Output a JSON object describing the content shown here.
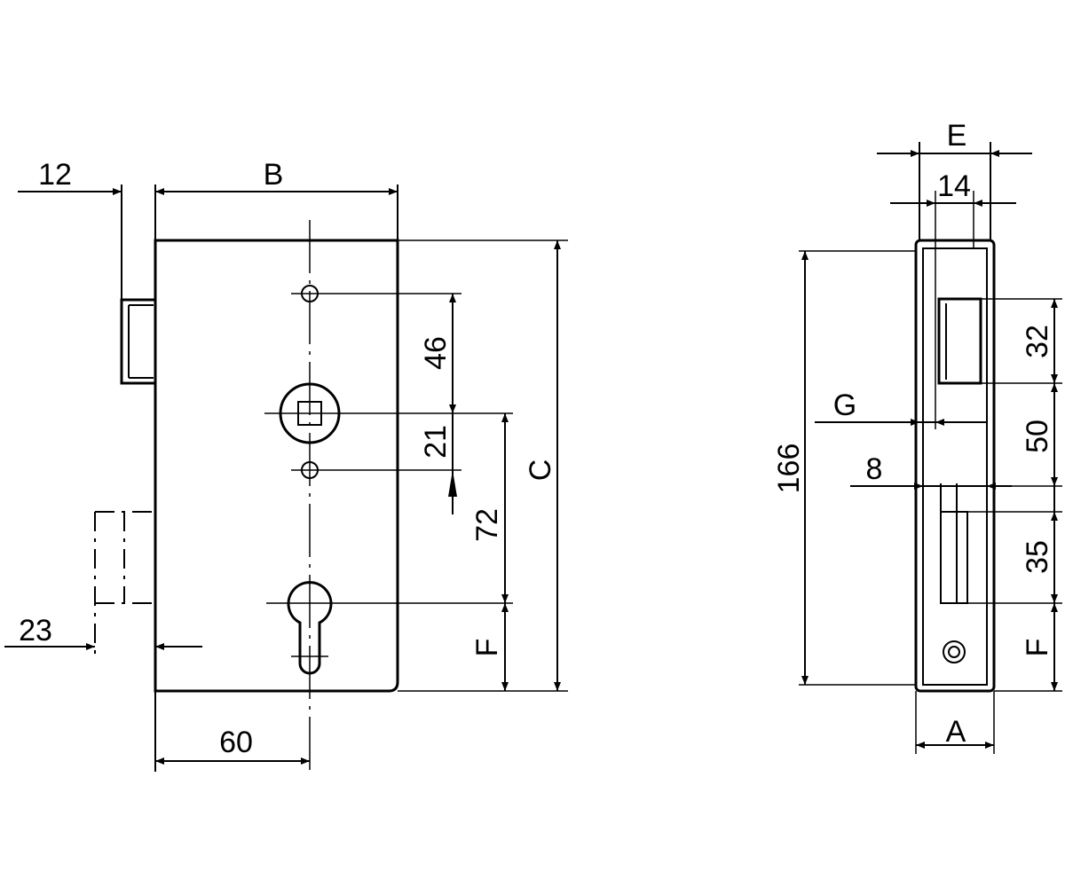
{
  "front_view": {
    "dims": {
      "forend_offset": "12",
      "case_width": "B",
      "deadbolt_throw": "23",
      "backset": "60",
      "hole_to_spindle": "46",
      "spindle_to_hole": "21",
      "spindle_to_cylinder": "72",
      "cylinder_to_bottom": "F",
      "case_height": "C"
    }
  },
  "side_view": {
    "dims": {
      "overall_depth": "E",
      "forend_width": "14",
      "forend_height": "166",
      "offset_g": "G",
      "offset_8": "8",
      "latch_height": "32",
      "latch_to_bolt": "50",
      "bolt_height": "35",
      "bolt_to_bottom": "F",
      "case_depth": "A"
    }
  },
  "colors": {
    "line": "#000000",
    "background": "#ffffff"
  }
}
